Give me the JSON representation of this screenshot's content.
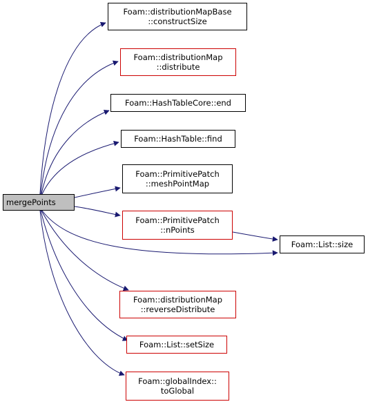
{
  "diagram": {
    "root": {
      "label": "mergePoints"
    },
    "nodes": [
      {
        "id": "n1",
        "lines": [
          "Foam::distributionMapBase",
          "::constructSize"
        ],
        "border": "black"
      },
      {
        "id": "n2",
        "lines": [
          "Foam::distributionMap",
          "::distribute"
        ],
        "border": "red"
      },
      {
        "id": "n3",
        "lines": [
          "Foam::HashTableCore::end"
        ],
        "border": "black"
      },
      {
        "id": "n4",
        "lines": [
          "Foam::HashTable::find"
        ],
        "border": "black"
      },
      {
        "id": "n5",
        "lines": [
          "Foam::PrimitivePatch",
          "::meshPointMap"
        ],
        "border": "black"
      },
      {
        "id": "n6",
        "lines": [
          "Foam::PrimitivePatch",
          "::nPoints"
        ],
        "border": "red"
      },
      {
        "id": "n7",
        "lines": [
          "Foam::List::size"
        ],
        "border": "black"
      },
      {
        "id": "n8",
        "lines": [
          "Foam::distributionMap",
          "::reverseDistribute"
        ],
        "border": "red"
      },
      {
        "id": "n9",
        "lines": [
          "Foam::List::setSize"
        ],
        "border": "red"
      },
      {
        "id": "n10",
        "lines": [
          "Foam::globalIndex::",
          "toGlobal"
        ],
        "border": "red"
      }
    ],
    "edges": [
      [
        "root",
        "n1"
      ],
      [
        "root",
        "n2"
      ],
      [
        "root",
        "n3"
      ],
      [
        "root",
        "n4"
      ],
      [
        "root",
        "n5"
      ],
      [
        "root",
        "n6"
      ],
      [
        "root",
        "n7"
      ],
      [
        "root",
        "n8"
      ],
      [
        "root",
        "n9"
      ],
      [
        "root",
        "n10"
      ],
      [
        "n6",
        "n7"
      ]
    ],
    "colors": {
      "edge": "#191970",
      "node_border": "#000000",
      "node_red_border": "#cc0000",
      "root_fill": "#bfbfbf"
    }
  }
}
